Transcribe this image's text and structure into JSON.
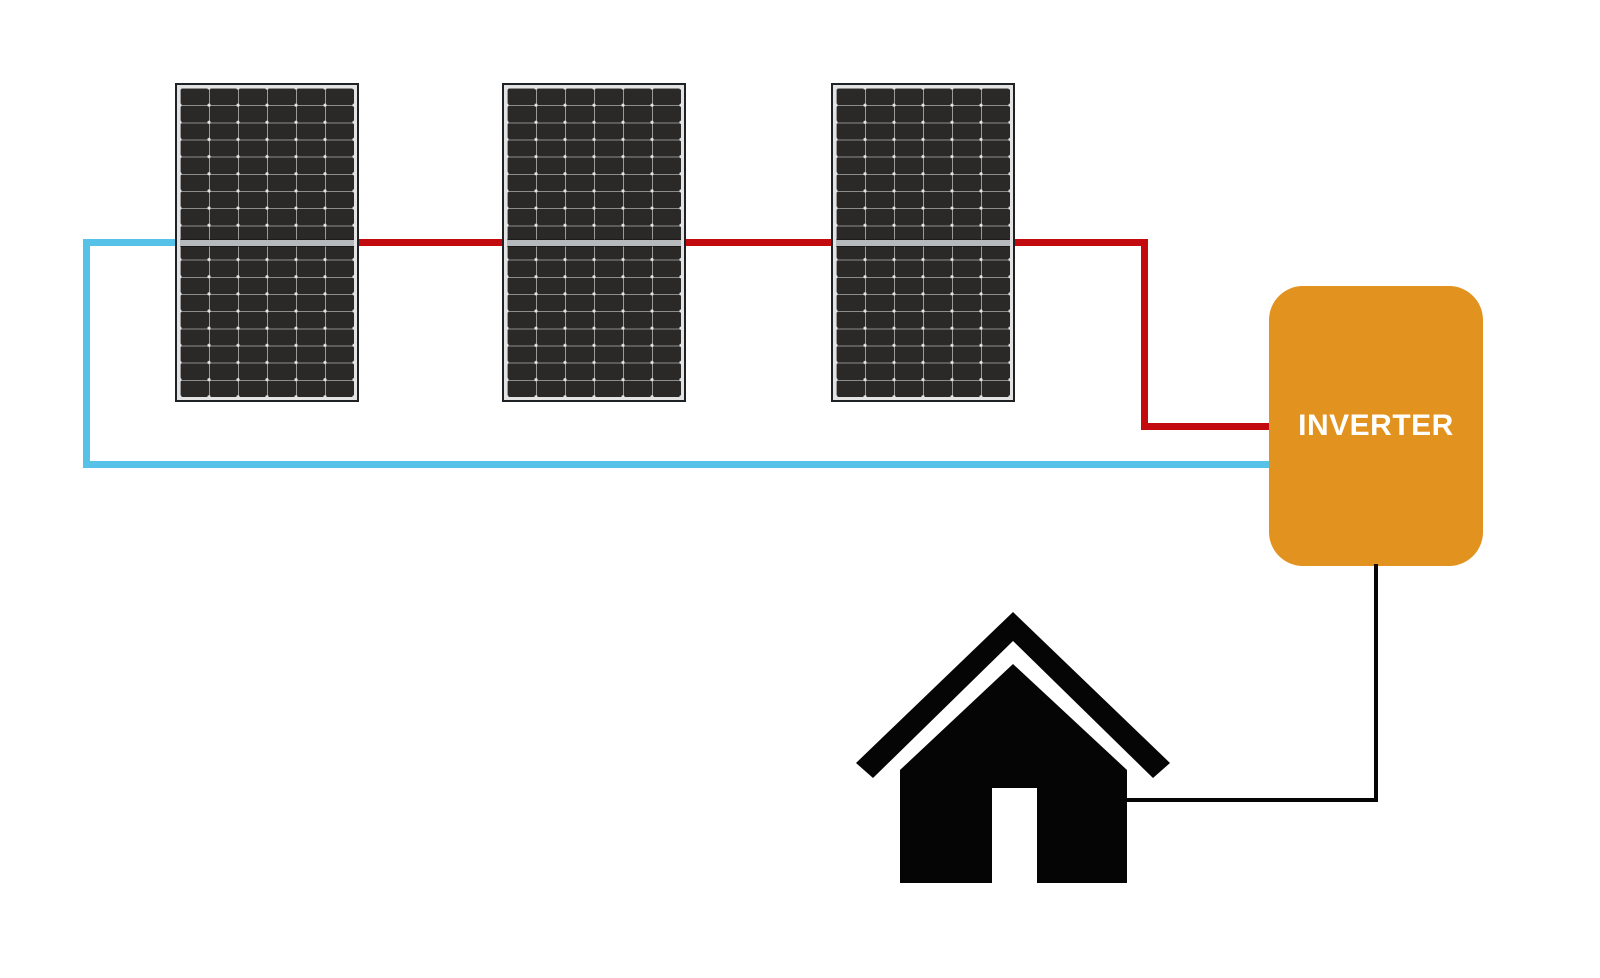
{
  "diagram": {
    "background": "#FFFFFF",
    "panels": {
      "count": 3,
      "items": [
        {
          "id": "solar-panel-1"
        },
        {
          "id": "solar-panel-2"
        },
        {
          "id": "solar-panel-3"
        }
      ],
      "cell_color": "#2B2828",
      "grid_line_color": "#9A9A9A",
      "frame_color": "#E3E3E3"
    },
    "inverter": {
      "label": "INVERTER",
      "fill": "#E2921E",
      "label_color": "#FFFFFF"
    },
    "wires": {
      "dc_positive": {
        "name": "dc-positive-series-wire",
        "color": "#C30A0E"
      },
      "dc_negative": {
        "name": "dc-negative-return-wire",
        "color": "#56C2E7"
      },
      "ac_output": {
        "name": "ac-output-wire",
        "color": "#050505"
      }
    },
    "house": {
      "name": "house",
      "color": "#050505"
    }
  }
}
